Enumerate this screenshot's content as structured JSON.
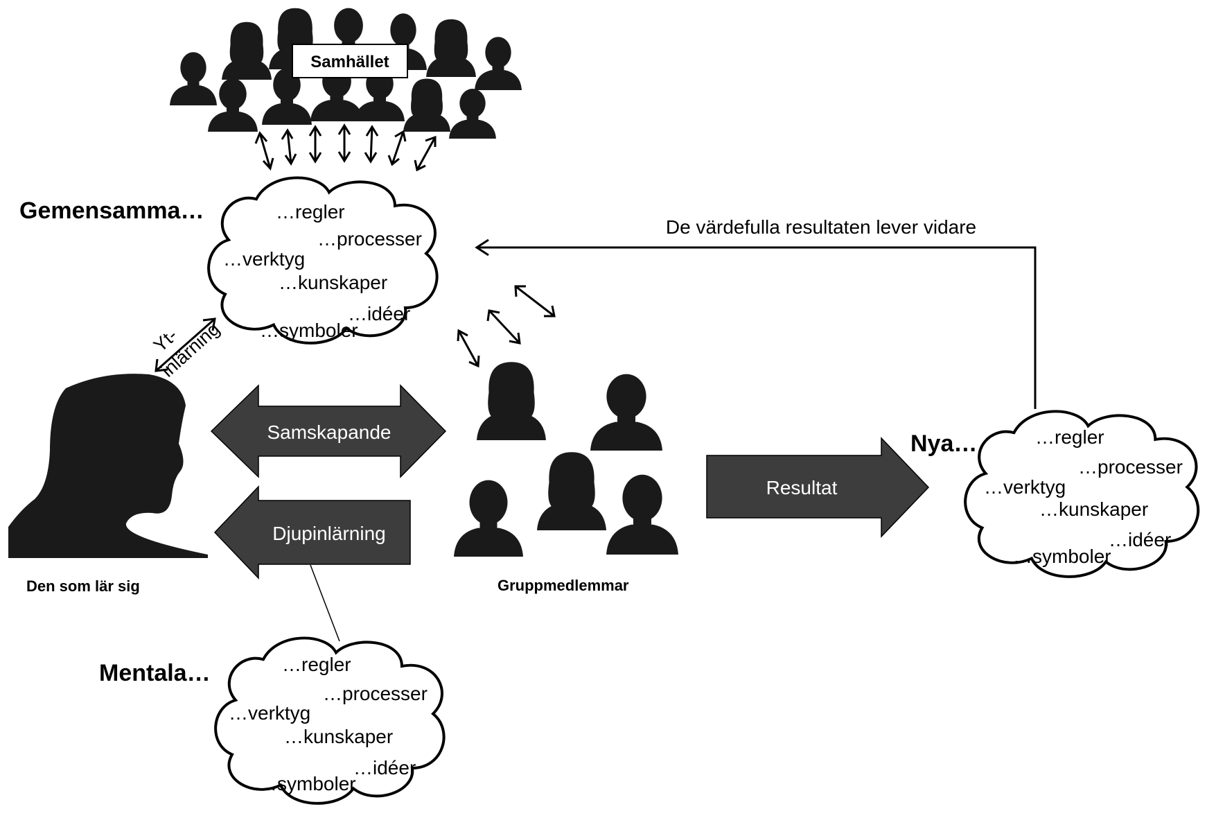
{
  "society": {
    "label": "Samhället"
  },
  "shared": {
    "heading": "Gemensamma…",
    "items": [
      "…regler",
      "…processer",
      "…verktyg",
      "…kunskaper",
      "…idéer",
      "…symboler"
    ]
  },
  "new": {
    "heading": "Nya…",
    "items": [
      "…regler",
      "…processer",
      "…verktyg",
      "…kunskaper",
      "…idéer",
      "…symboler"
    ]
  },
  "mental": {
    "heading": "Mentala…",
    "items": [
      "…regler",
      "…processer",
      "…verktyg",
      "…kunskaper",
      "…idéer",
      "…symboler"
    ]
  },
  "surface_learning": {
    "line1": "Yt-",
    "line2": "inlärning"
  },
  "co_creation": {
    "label": "Samskapande"
  },
  "deep_learning": {
    "label": "Djupinlärning"
  },
  "result": {
    "label": "Resultat"
  },
  "feedback": {
    "label": "De värdefulla resultaten lever vidare"
  },
  "learner": {
    "caption": "Den som lär sig"
  },
  "group": {
    "caption": "Gruppmedlemmar"
  }
}
